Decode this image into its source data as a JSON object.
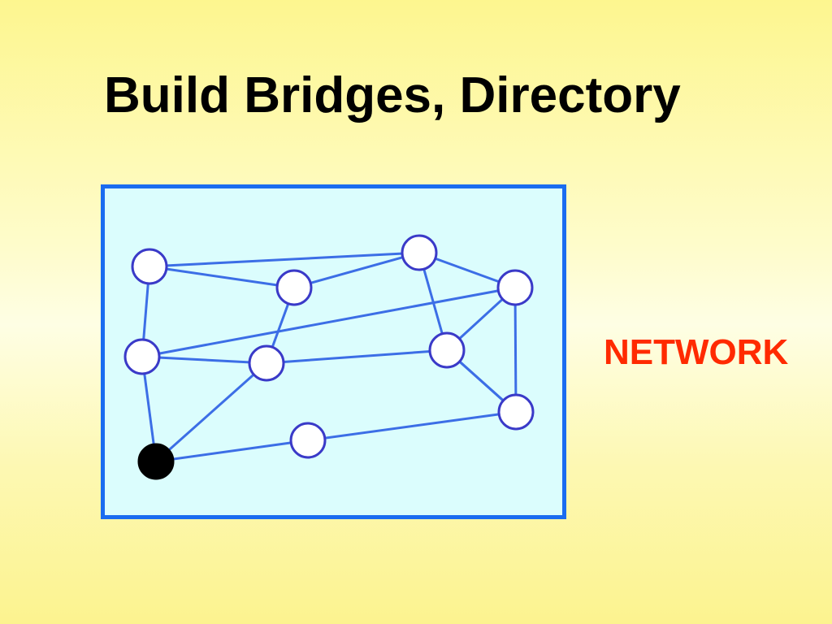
{
  "slide": {
    "title": "Build Bridges, Directory",
    "network_label": "NETWORK"
  },
  "colors": {
    "frame_border": "#1a6cf0",
    "frame_fill": "#dbfdfd",
    "edge": "#3c6ee6",
    "node_stroke": "#3a3ac8",
    "node_fill": "#ffffff",
    "highlighted_node_fill": "#000000",
    "label": "#ff2a00"
  },
  "diagram": {
    "nodes": [
      {
        "id": "n1",
        "highlighted": false
      },
      {
        "id": "n2",
        "highlighted": false
      },
      {
        "id": "n3",
        "highlighted": false
      },
      {
        "id": "n4",
        "highlighted": false
      },
      {
        "id": "n5",
        "highlighted": false
      },
      {
        "id": "n6",
        "highlighted": false
      },
      {
        "id": "n7",
        "highlighted": false
      },
      {
        "id": "n8",
        "highlighted": false
      },
      {
        "id": "n9",
        "highlighted": false
      },
      {
        "id": "n10",
        "highlighted": false
      },
      {
        "id": "n11",
        "highlighted": true
      }
    ],
    "edges": [
      [
        "n1",
        "n2"
      ],
      [
        "n1",
        "n3"
      ],
      [
        "n1",
        "n5"
      ],
      [
        "n3",
        "n2"
      ],
      [
        "n2",
        "n4"
      ],
      [
        "n2",
        "n7"
      ],
      [
        "n3",
        "n6"
      ],
      [
        "n5",
        "n4"
      ],
      [
        "n5",
        "n6"
      ],
      [
        "n6",
        "n7"
      ],
      [
        "n7",
        "n4"
      ],
      [
        "n7",
        "n8"
      ],
      [
        "n7",
        "n9"
      ],
      [
        "n4",
        "n8"
      ],
      [
        "n9",
        "n10"
      ],
      [
        "n10",
        "n11"
      ],
      [
        "n11",
        "n5"
      ],
      [
        "n11",
        "n6"
      ]
    ]
  }
}
